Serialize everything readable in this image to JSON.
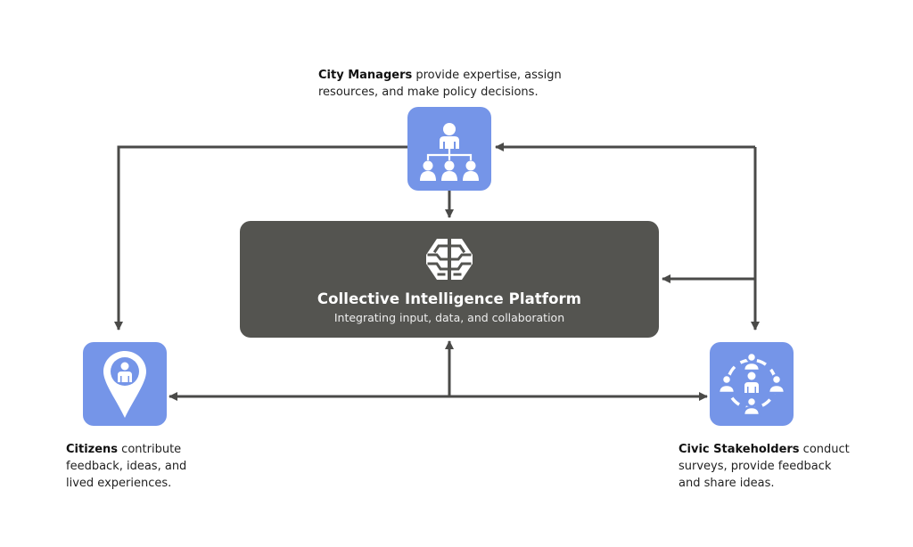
{
  "diagram": {
    "colors": {
      "actor_fill": "#7595E8",
      "platform_fill": "#545450",
      "arrow": "#4A4A48",
      "icon": "#ffffff"
    },
    "platform": {
      "icon": "brain-icon",
      "title": "Collective Intelligence Platform",
      "subtitle": "Integrating input, data, and collaboration"
    },
    "actors": {
      "city_managers": {
        "icon": "org-hierarchy-icon",
        "name": "City Managers",
        "description": " provide expertise, assign resources,  and make policy decisions."
      },
      "citizens": {
        "icon": "location-person-pin-icon",
        "name": "Citizens",
        "description": " contribute feedback, ideas, and lived experiences."
      },
      "civic_stakeholders": {
        "icon": "community-circle-icon",
        "name": "Civic Stakeholders",
        "description": " conduct surveys, provide feedback and share ideas."
      }
    },
    "connections": [
      {
        "from": "City Managers",
        "to": "Collective Intelligence Platform"
      },
      {
        "from": "City Managers",
        "to": "Citizens"
      },
      {
        "from": "Civic Stakeholders",
        "to": "City Managers"
      },
      {
        "from": "Civic Stakeholders",
        "to": "Collective Intelligence Platform"
      },
      {
        "from": "City Managers",
        "to": "Civic Stakeholders"
      },
      {
        "from": "Citizens",
        "to": "Civic Stakeholders",
        "bidirectional": true
      },
      {
        "from": "Citizens / Civic Stakeholders link",
        "to": "Collective Intelligence Platform"
      }
    ]
  }
}
